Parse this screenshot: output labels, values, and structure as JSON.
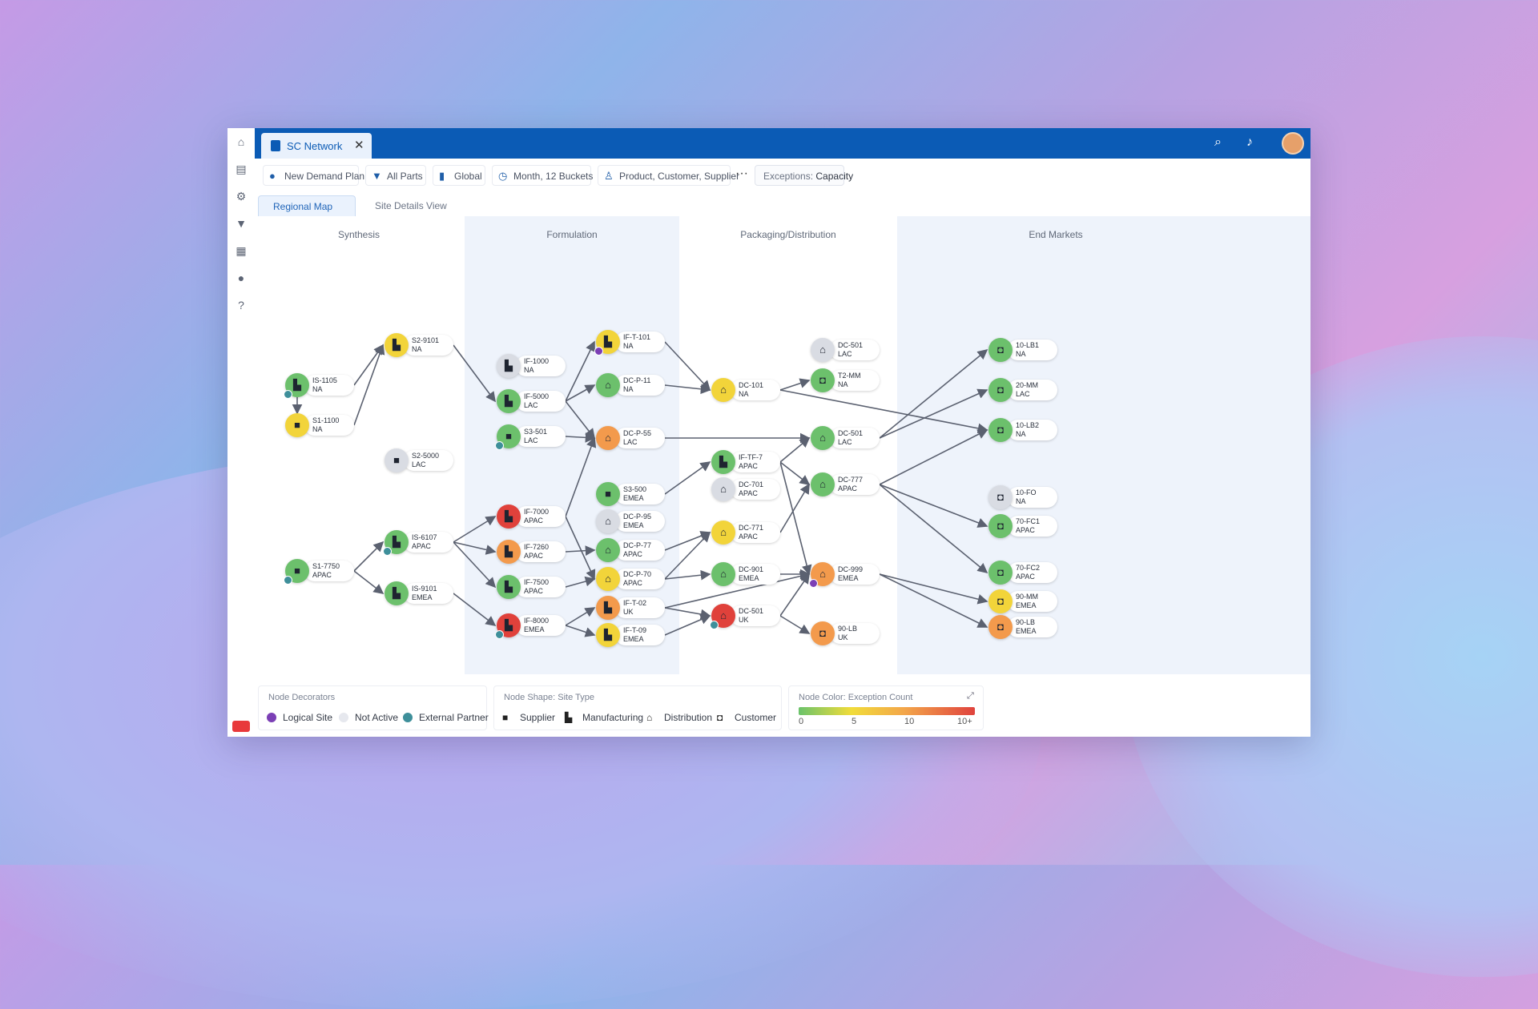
{
  "window": {
    "tab_label": "SC Network"
  },
  "toolbar": {
    "buttons": [
      {
        "label": "New Demand Plan",
        "icon": "chat-bubble-icon"
      },
      {
        "label": "All Parts",
        "icon": "filter-icon"
      },
      {
        "label": "Global",
        "icon": "building-icon"
      },
      {
        "label": "Month, 12 Buckets",
        "icon": "clock-icon"
      },
      {
        "label": "Product, Customer, Supplier",
        "icon": "hierarchy-icon"
      }
    ],
    "more_label": "···",
    "exceptions_prefix": "Exceptions:",
    "exceptions_value": "Capacity"
  },
  "subtabs": [
    "Regional Map",
    "Site Details View"
  ],
  "columns": [
    "Synthesis",
    "Formulation",
    "Packaging/Distribution",
    "End Markets"
  ],
  "legend": {
    "decorators_title": "Node Decorators",
    "decorators": [
      {
        "label": "Logical Site",
        "color": "#7b3fb5"
      },
      {
        "label": "Not Active",
        "color": "#e6e8ee"
      },
      {
        "label": "External Partner",
        "color": "#3e8f9a"
      }
    ],
    "shape_title": "Node Shape: Site Type",
    "shapes": [
      {
        "label": "Supplier",
        "icon": "truck-icon"
      },
      {
        "label": "Manufacturing",
        "icon": "factory-icon"
      },
      {
        "label": "Distribution",
        "icon": "warehouse-icon"
      },
      {
        "label": "Customer",
        "icon": "store-icon"
      }
    ],
    "color_title": "Node Color: Exception Count",
    "color_ticks": [
      "0",
      "5",
      "10",
      "10+"
    ]
  },
  "colors": {
    "green": "#6cc06c",
    "yellow": "#f2d43a",
    "orange": "#f39a4c",
    "red": "#e0413b",
    "gray": "#d9dce3",
    "brand": "#0b5bb5"
  },
  "nodes": [
    {
      "id": "S1",
      "l1": "IS-1105",
      "l2": "NA",
      "color": "green",
      "type": "manufacturing",
      "dec": "partner"
    },
    {
      "id": "S2",
      "l1": "S1-1100",
      "l2": "NA",
      "color": "yellow",
      "type": "supplier"
    },
    {
      "id": "S3",
      "l1": "S2-9101",
      "l2": "NA",
      "color": "yellow",
      "type": "manufacturing"
    },
    {
      "id": "S4",
      "l1": "S2-5000",
      "l2": "LAC",
      "color": "gray",
      "type": "supplier"
    },
    {
      "id": "S5",
      "l1": "S1-7750",
      "l2": "APAC",
      "color": "green",
      "type": "supplier",
      "dec": "partner"
    },
    {
      "id": "S6",
      "l1": "IS-6107",
      "l2": "APAC",
      "color": "green",
      "type": "manufacturing",
      "dec": "partner"
    },
    {
      "id": "S7",
      "l1": "IS-9101",
      "l2": "EMEA",
      "color": "green",
      "type": "manufacturing"
    },
    {
      "id": "F1",
      "l1": "IF-1000",
      "l2": "NA",
      "color": "gray",
      "type": "manufacturing"
    },
    {
      "id": "F2",
      "l1": "IF-5000",
      "l2": "LAC",
      "color": "green",
      "type": "manufacturing"
    },
    {
      "id": "F3",
      "l1": "S3-501",
      "l2": "LAC",
      "color": "green",
      "type": "supplier",
      "dec": "partner"
    },
    {
      "id": "F4",
      "l1": "IF-7000",
      "l2": "APAC",
      "color": "red",
      "type": "manufacturing"
    },
    {
      "id": "F5",
      "l1": "IF-7260",
      "l2": "APAC",
      "color": "orange",
      "type": "manufacturing"
    },
    {
      "id": "F6",
      "l1": "IF-7500",
      "l2": "APAC",
      "color": "green",
      "type": "manufacturing"
    },
    {
      "id": "F7",
      "l1": "IF-8000",
      "l2": "EMEA",
      "color": "red",
      "type": "manufacturing",
      "dec": "partner"
    },
    {
      "id": "F8",
      "l1": "IF-T-101",
      "l2": "NA",
      "color": "yellow",
      "type": "manufacturing",
      "dec": "logical"
    },
    {
      "id": "F9",
      "l1": "DC-P-11",
      "l2": "NA",
      "color": "green",
      "type": "distribution"
    },
    {
      "id": "F10",
      "l1": "DC-P-55",
      "l2": "LAC",
      "color": "orange",
      "type": "distribution"
    },
    {
      "id": "F11",
      "l1": "S3-500",
      "l2": "EMEA",
      "color": "green",
      "type": "supplier"
    },
    {
      "id": "F12",
      "l1": "DC-P-95",
      "l2": "EMEA",
      "color": "gray",
      "type": "distribution"
    },
    {
      "id": "F13",
      "l1": "DC-P-77",
      "l2": "APAC",
      "color": "green",
      "type": "distribution"
    },
    {
      "id": "F14",
      "l1": "DC-P-70",
      "l2": "APAC",
      "color": "yellow",
      "type": "distribution"
    },
    {
      "id": "F15",
      "l1": "IF-T-02",
      "l2": "UK",
      "color": "orange",
      "type": "manufacturing"
    },
    {
      "id": "F16",
      "l1": "IF-T-09",
      "l2": "EMEA",
      "color": "yellow",
      "type": "manufacturing"
    },
    {
      "id": "P1",
      "l1": "DC-101",
      "l2": "NA",
      "color": "yellow",
      "type": "distribution"
    },
    {
      "id": "P2",
      "l1": "DC-501",
      "l2": "LAC",
      "color": "gray",
      "type": "distribution"
    },
    {
      "id": "P3",
      "l1": "T2-MM",
      "l2": "NA",
      "color": "green",
      "type": "customer"
    },
    {
      "id": "P4",
      "l1": "DC-501",
      "l2": "LAC",
      "color": "green",
      "type": "distribution"
    },
    {
      "id": "P5",
      "l1": "IF-TF-7",
      "l2": "APAC",
      "color": "green",
      "type": "manufacturing"
    },
    {
      "id": "P6",
      "l1": "DC-701",
      "l2": "APAC",
      "color": "gray",
      "type": "distribution"
    },
    {
      "id": "P7",
      "l1": "DC-777",
      "l2": "APAC",
      "color": "green",
      "type": "distribution"
    },
    {
      "id": "P8",
      "l1": "DC-771",
      "l2": "APAC",
      "color": "yellow",
      "type": "distribution"
    },
    {
      "id": "P9",
      "l1": "DC-901",
      "l2": "EMEA",
      "color": "green",
      "type": "distribution"
    },
    {
      "id": "P10",
      "l1": "DC-999",
      "l2": "EMEA",
      "color": "orange",
      "type": "distribution",
      "dec": "logical"
    },
    {
      "id": "P11",
      "l1": "DC-501",
      "l2": "UK",
      "color": "red",
      "type": "distribution",
      "dec": "partner"
    },
    {
      "id": "P12",
      "l1": "90-LB",
      "l2": "UK",
      "color": "orange",
      "type": "customer"
    },
    {
      "id": "E1",
      "l1": "10-LB1",
      "l2": "NA",
      "color": "green",
      "type": "customer"
    },
    {
      "id": "E2",
      "l1": "20-MM",
      "l2": "LAC",
      "color": "green",
      "type": "customer"
    },
    {
      "id": "E3",
      "l1": "10-LB2",
      "l2": "NA",
      "color": "green",
      "type": "customer"
    },
    {
      "id": "E4",
      "l1": "10-FO",
      "l2": "NA",
      "color": "gray",
      "type": "customer"
    },
    {
      "id": "E5",
      "l1": "70-FC1",
      "l2": "APAC",
      "color": "green",
      "type": "customer"
    },
    {
      "id": "E6",
      "l1": "70-FC2",
      "l2": "APAC",
      "color": "green",
      "type": "customer"
    },
    {
      "id": "E7",
      "l1": "90-MM",
      "l2": "EMEA",
      "color": "yellow",
      "type": "customer"
    },
    {
      "id": "E8",
      "l1": "90-LB",
      "l2": "EMEA",
      "color": "orange",
      "type": "customer"
    }
  ],
  "edges": [
    [
      "S1",
      "S3"
    ],
    [
      "S2",
      "S3"
    ],
    [
      "S1",
      "S2"
    ],
    [
      "S3",
      "F2"
    ],
    [
      "S5",
      "S6"
    ],
    [
      "S5",
      "S7"
    ],
    [
      "S6",
      "F4"
    ],
    [
      "S6",
      "F5"
    ],
    [
      "S6",
      "F6"
    ],
    [
      "S7",
      "F7"
    ],
    [
      "F2",
      "F8"
    ],
    [
      "F2",
      "F9"
    ],
    [
      "F8",
      "P1"
    ],
    [
      "F9",
      "P1"
    ],
    [
      "F3",
      "F10"
    ],
    [
      "F2",
      "F10"
    ],
    [
      "F4",
      "F10"
    ],
    [
      "F4",
      "F14"
    ],
    [
      "F5",
      "F13"
    ],
    [
      "F6",
      "F14"
    ],
    [
      "F7",
      "F15"
    ],
    [
      "F7",
      "F16"
    ],
    [
      "F10",
      "P4"
    ],
    [
      "F11",
      "P5"
    ],
    [
      "F13",
      "P8"
    ],
    [
      "F14",
      "P8"
    ],
    [
      "F14",
      "P9"
    ],
    [
      "F15",
      "P11"
    ],
    [
      "F16",
      "P11"
    ],
    [
      "F15",
      "P10"
    ],
    [
      "P1",
      "P3"
    ],
    [
      "P1",
      "E3"
    ],
    [
      "P4",
      "E1"
    ],
    [
      "P4",
      "E2"
    ],
    [
      "P5",
      "P4"
    ],
    [
      "P5",
      "P7"
    ],
    [
      "P5",
      "P10"
    ],
    [
      "P7",
      "E3"
    ],
    [
      "P7",
      "E5"
    ],
    [
      "P7",
      "E6"
    ],
    [
      "P8",
      "P7"
    ],
    [
      "P9",
      "P10"
    ],
    [
      "P10",
      "E7"
    ],
    [
      "P10",
      "E8"
    ],
    [
      "P11",
      "P10"
    ],
    [
      "P11",
      "P12"
    ]
  ]
}
